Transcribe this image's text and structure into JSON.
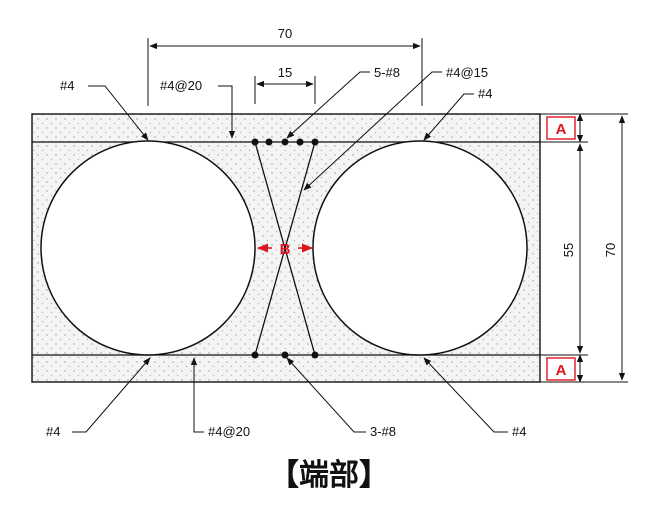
{
  "dims": {
    "top_width": "70",
    "top_spacing": "15",
    "right_inner": "55",
    "right_outer": "70"
  },
  "markers": {
    "a_top": "A",
    "a_bottom": "A",
    "b_center": "B"
  },
  "callouts": {
    "top_left_bar": "#4",
    "top_stirrup": "#4@20",
    "top_bars": "5-#8",
    "diagonal": "#4@15",
    "top_right_bar": "#4",
    "bottom_left_bar": "#4",
    "bottom_stirrup": "#4@20",
    "bottom_bars": "3-#8",
    "bottom_right_bar": "#4"
  },
  "caption": "【端部】",
  "colors": {
    "accent": "#e0141e",
    "line": "#111111",
    "hatch": "#f2f2f2"
  }
}
